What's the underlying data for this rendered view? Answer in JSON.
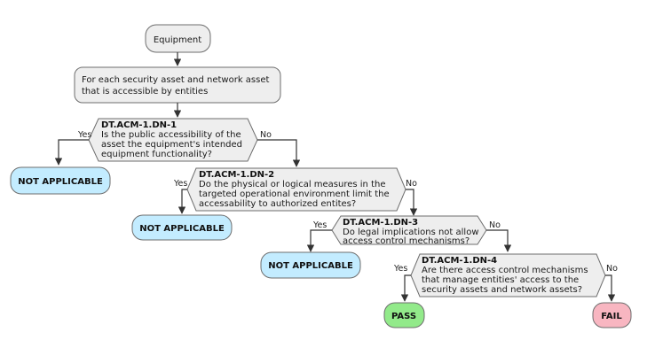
{
  "start": {
    "label": "Equipment"
  },
  "step": {
    "line1": "For each security asset and network asset",
    "line2": "that is accessible by entities"
  },
  "dn1": {
    "id": "DT.ACM-1.DN-1",
    "line1": "Is the public accessibility of the",
    "line2": "asset the equipment's intended",
    "line3": "equipment functionality?"
  },
  "dn2": {
    "id": "DT.ACM-1.DN-2",
    "line1": "Do the physical or logical measures in the",
    "line2": "targeted operational environment limit the",
    "line3": "accessability to authorized entites?"
  },
  "dn3": {
    "id": "DT.ACM-1.DN-3",
    "line1": "Do legal implications not allow",
    "line2": "access control mechanisms?"
  },
  "dn4": {
    "id": "DT.ACM-1.DN-4",
    "line1": "Are there access control mechanisms",
    "line2": "that manage entities' access to the",
    "line3": "security assets and network assets?"
  },
  "labels": {
    "yes": "Yes",
    "no": "No"
  },
  "outcomes": {
    "na": "NOT APPLICABLE",
    "pass": "PASS",
    "fail": "FAIL"
  },
  "colors": {
    "node": "#eeeeee",
    "na": "#c3ecff",
    "pass": "#92ea8a",
    "fail": "#f8b6c1"
  }
}
